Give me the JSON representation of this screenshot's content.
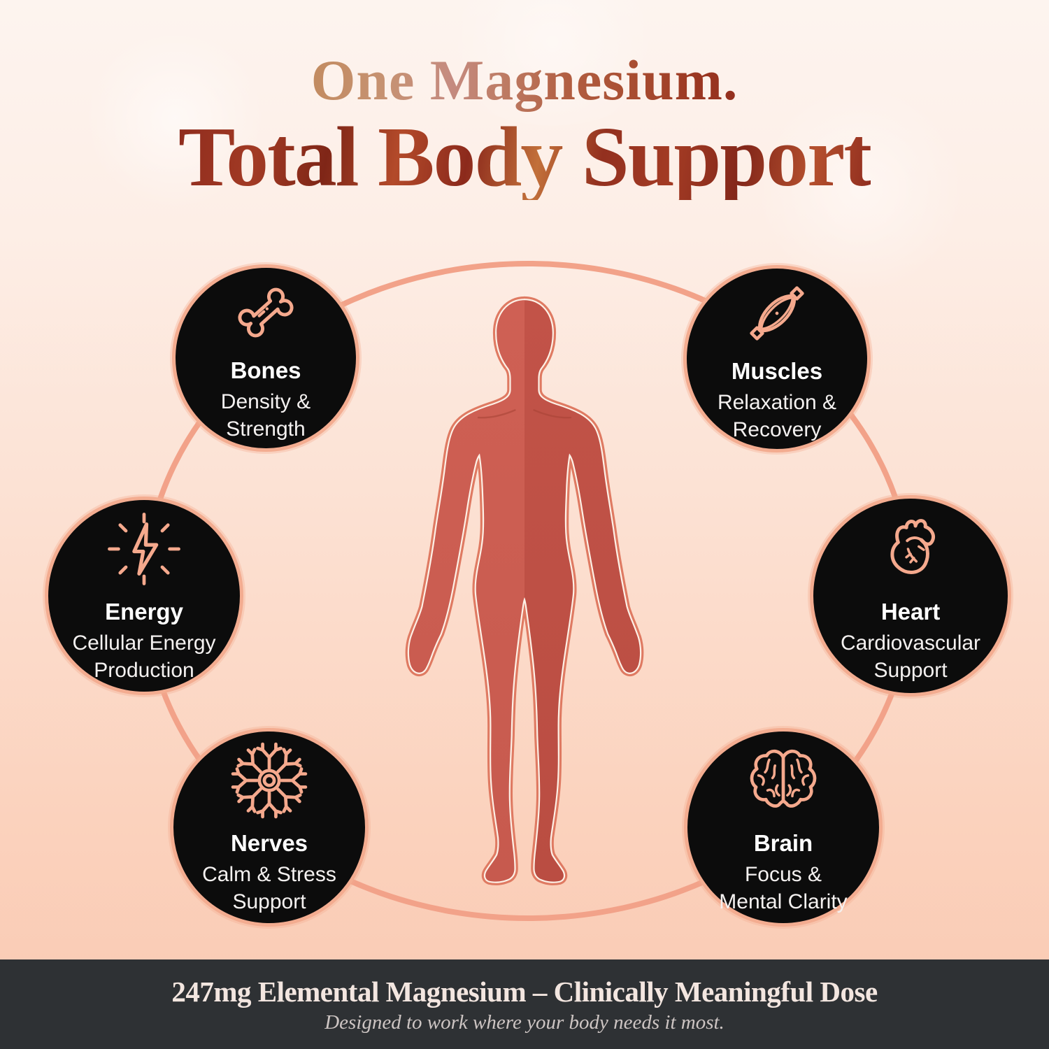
{
  "title": {
    "line1": "One Magnesium.",
    "line2": "Total Body Support"
  },
  "circles": [
    {
      "id": "bones",
      "icon": "bone-icon",
      "title": "Bones",
      "subtitle": "Density &\nStrength"
    },
    {
      "id": "muscles",
      "icon": "muscle-icon",
      "title": "Muscles",
      "subtitle": "Relaxation &\nRecovery"
    },
    {
      "id": "energy",
      "icon": "lightning-bolt-icon",
      "title": "Energy",
      "subtitle": "Cellular Energy\nProduction"
    },
    {
      "id": "heart",
      "icon": "anatomical-heart-icon",
      "title": "Heart",
      "subtitle": "Cardiovascular\nSupport"
    },
    {
      "id": "nerves",
      "icon": "neuron-icon",
      "title": "Nerves",
      "subtitle": "Calm & Stress\nSupport"
    },
    {
      "id": "brain",
      "icon": "brain-icon",
      "title": "Brain",
      "subtitle": "Focus &\nMental Clarity"
    }
  ],
  "footer": {
    "headline": "247mg Elemental Magnesium – Clinically Meaningful Dose",
    "subline": "Designed to work where your body needs it most."
  },
  "colors": {
    "background_top": "#fdf4ef",
    "background_mid": "#fcdfd0",
    "background_bottom": "#fac9b2",
    "ring": "#f2a289",
    "circle_fill": "#0c0c0c",
    "circle_border": "#f3ac90",
    "icon_stroke": "#f5a98d",
    "circle_title": "#ffffff",
    "circle_sub": "#f4f1f0",
    "body_left_fill": "#cb5c50",
    "body_right_fill": "#bf5145",
    "body_outline_outer": "#df7a62",
    "body_outline_inner": "#fdf1e7",
    "title_line1_start": "#c28b60",
    "title_line1_end": "#932f1e",
    "title_line2_base": "#8f2c1e",
    "footer_bg": "#2e3134",
    "footer_text": "#f3e6e0",
    "footer_subtext": "#cdc5c3"
  }
}
